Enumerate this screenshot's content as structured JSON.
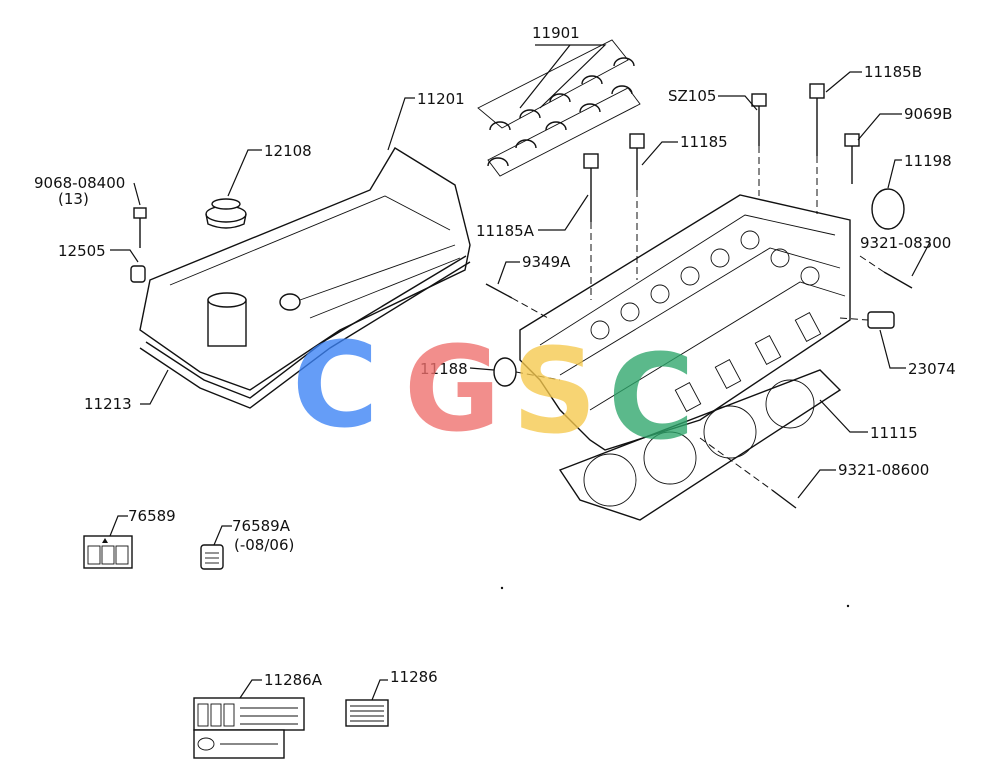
{
  "labels": {
    "p11901": "11901",
    "p11201": "11201",
    "p12108": "12108",
    "p9068": "9068-08400",
    "p9068_qty": "(13)",
    "p12505": "12505",
    "p11213": "11213",
    "pSZ105": "SZ105",
    "p11185B": "11185B",
    "p9069B": "9069B",
    "p11185": "11185",
    "p11198": "11198",
    "p11185A": "11185A",
    "p9321_08300": "9321-08300",
    "p9349A": "9349A",
    "p23074": "23074",
    "p11188": "11188",
    "p11115": "11115",
    "p9321_08600": "9321-08600",
    "p76589": "76589",
    "p76589A": "76589A",
    "p76589A_note": "(-08/06)",
    "p11286A": "11286A",
    "p11286": "11286"
  },
  "watermark": {
    "letters": [
      "C",
      "G",
      "S",
      "C"
    ],
    "colors": [
      "#3b82f6",
      "#ef6f6c",
      "#f5c84c",
      "#2ea66b"
    ]
  }
}
